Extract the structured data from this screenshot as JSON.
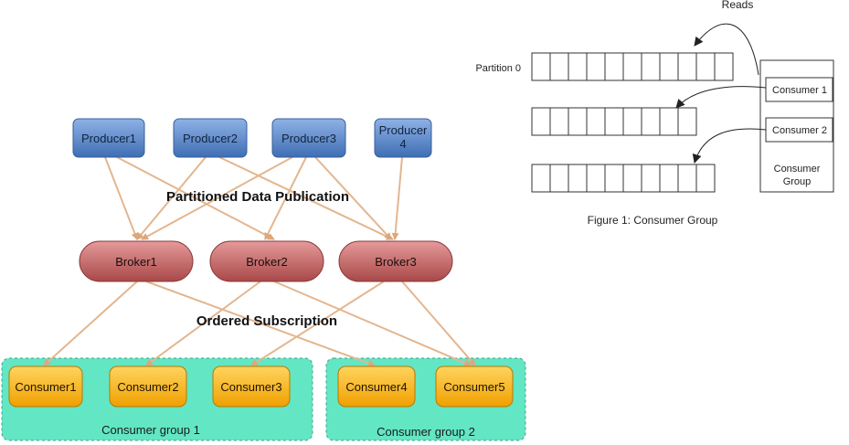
{
  "left_diagram": {
    "producers": [
      "Producer1",
      "Producer2",
      "Producer3",
      "Producer\n4"
    ],
    "brokers": [
      "Broker1",
      "Broker2",
      "Broker3"
    ],
    "consumers": [
      "Consumer1",
      "Consumer2",
      "Consumer3",
      "Consumer4",
      "Consumer5"
    ],
    "groups": [
      "Consumer group 1",
      "Consumer group 2"
    ],
    "labels": {
      "publication": "Partitioned Data Publication",
      "subscription": "Ordered Subscription"
    },
    "colors": {
      "producer": "#5b86c4",
      "broker": "#c05c5c",
      "consumer": "#f5b11c",
      "group_bg": "#5fe3c0",
      "arrow": "#e3b68f"
    }
  },
  "right_diagram": {
    "reads_label": "Reads",
    "partition_label": "Partition 0",
    "consumer1": "Consumer 1",
    "consumer2": "Consumer 2",
    "group_label_line1": "Consumer",
    "group_label_line2": "Group",
    "caption": "Figure 1: Consumer Group"
  }
}
